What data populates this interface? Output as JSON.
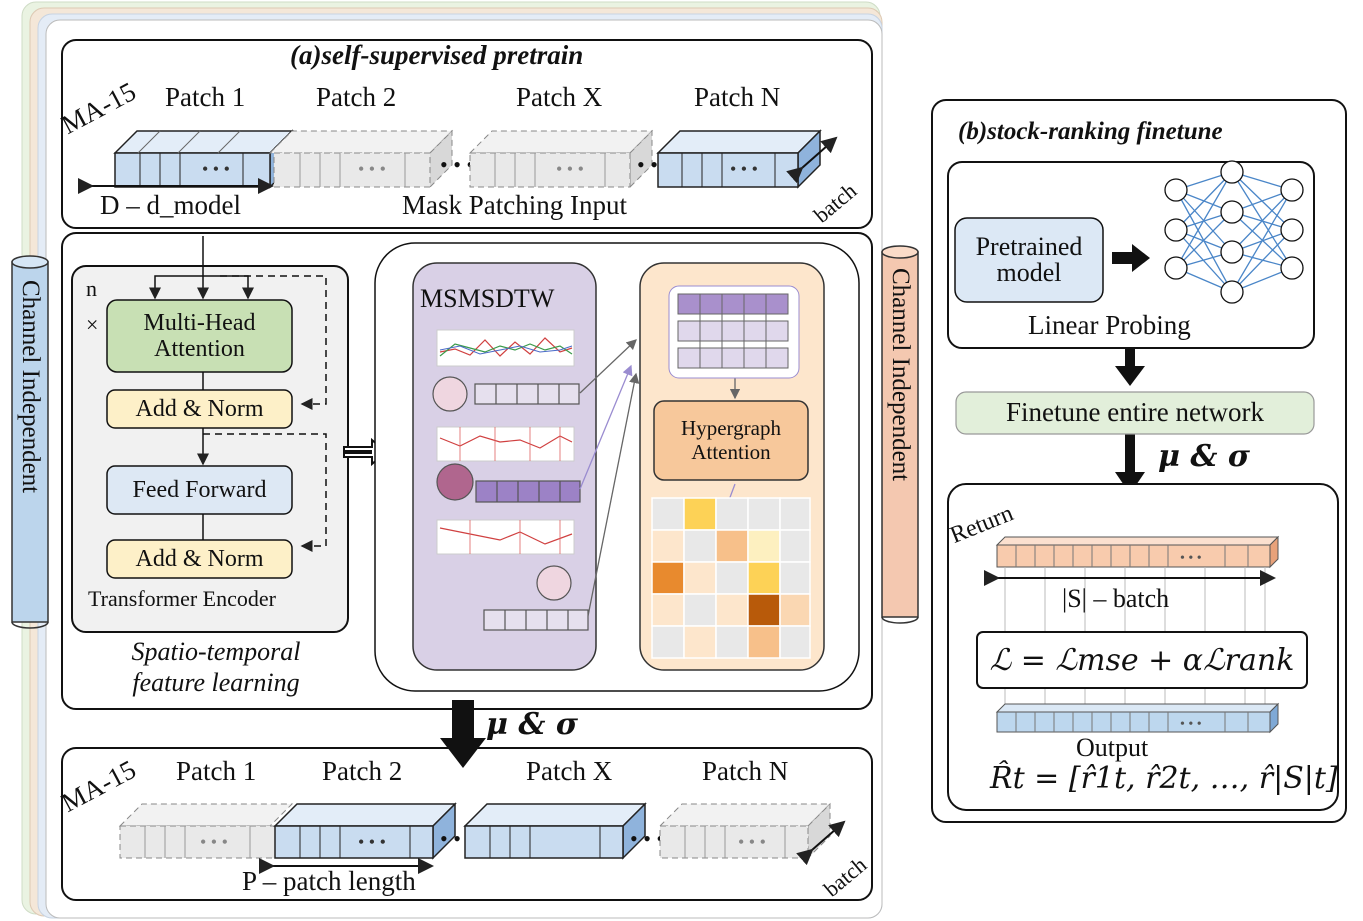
{
  "pretrain": {
    "title": "(a)self-supervised pretrain",
    "ma_label": "MA-15",
    "patches": [
      "Patch 1",
      "Patch 2",
      "Patch X",
      "Patch N"
    ],
    "dmodel_label": "D – d_model",
    "input_label": "Mask Patching Input",
    "batch_label": "batch"
  },
  "channel_independent_label": "Channel Independent",
  "encoder": {
    "n_label": "n",
    "x_label": "×",
    "mha_label": "Multi-Head Attention",
    "addnorm_label": "Add & Norm",
    "ff_label": "Feed Forward",
    "title": "Transformer Encoder",
    "caption": "Spatio-temporal feature learning",
    "mha_color": "#c8e0b4",
    "addnorm_color": "#fdf0c8",
    "ff_color": "#dde8f4"
  },
  "msmsdtw": {
    "title": "MSMSDTW",
    "panel_color": "#d9d0e6",
    "hypergraph_label": "Hypergraph Attention",
    "hypergraph_color": "#f7c89b",
    "hypergraph_panel_color": "#fde6cc"
  },
  "mu_sigma_label": "μ & σ",
  "output_patches": {
    "ma_label": "MA-15",
    "patches": [
      "Patch 1",
      "Patch 2",
      "Patch X",
      "Patch N"
    ],
    "patch_length_label": "P – patch length",
    "batch_label": "batch"
  },
  "finetune": {
    "title": "(b)stock-ranking finetune",
    "pretrained_label": "Pretrained model",
    "linear_probing_label": "Linear Probing",
    "finetune_label": "Finetune entire network",
    "mu_sigma_label": "μ & σ",
    "return_label": "Return",
    "s_batch_label": "|S| – batch",
    "loss_label": "ℒ = ℒmse + αℒrank",
    "output_label": "Output",
    "output_formula": "R̂t = [r̂1t, r̂2t, …, r̂|S|t]",
    "pretrained_color": "#dce8f5",
    "finetune_color": "#e2efda",
    "return_color": "#f8cbad",
    "output_color": "#bdd7ee",
    "nn_color": "#4a86c8"
  }
}
